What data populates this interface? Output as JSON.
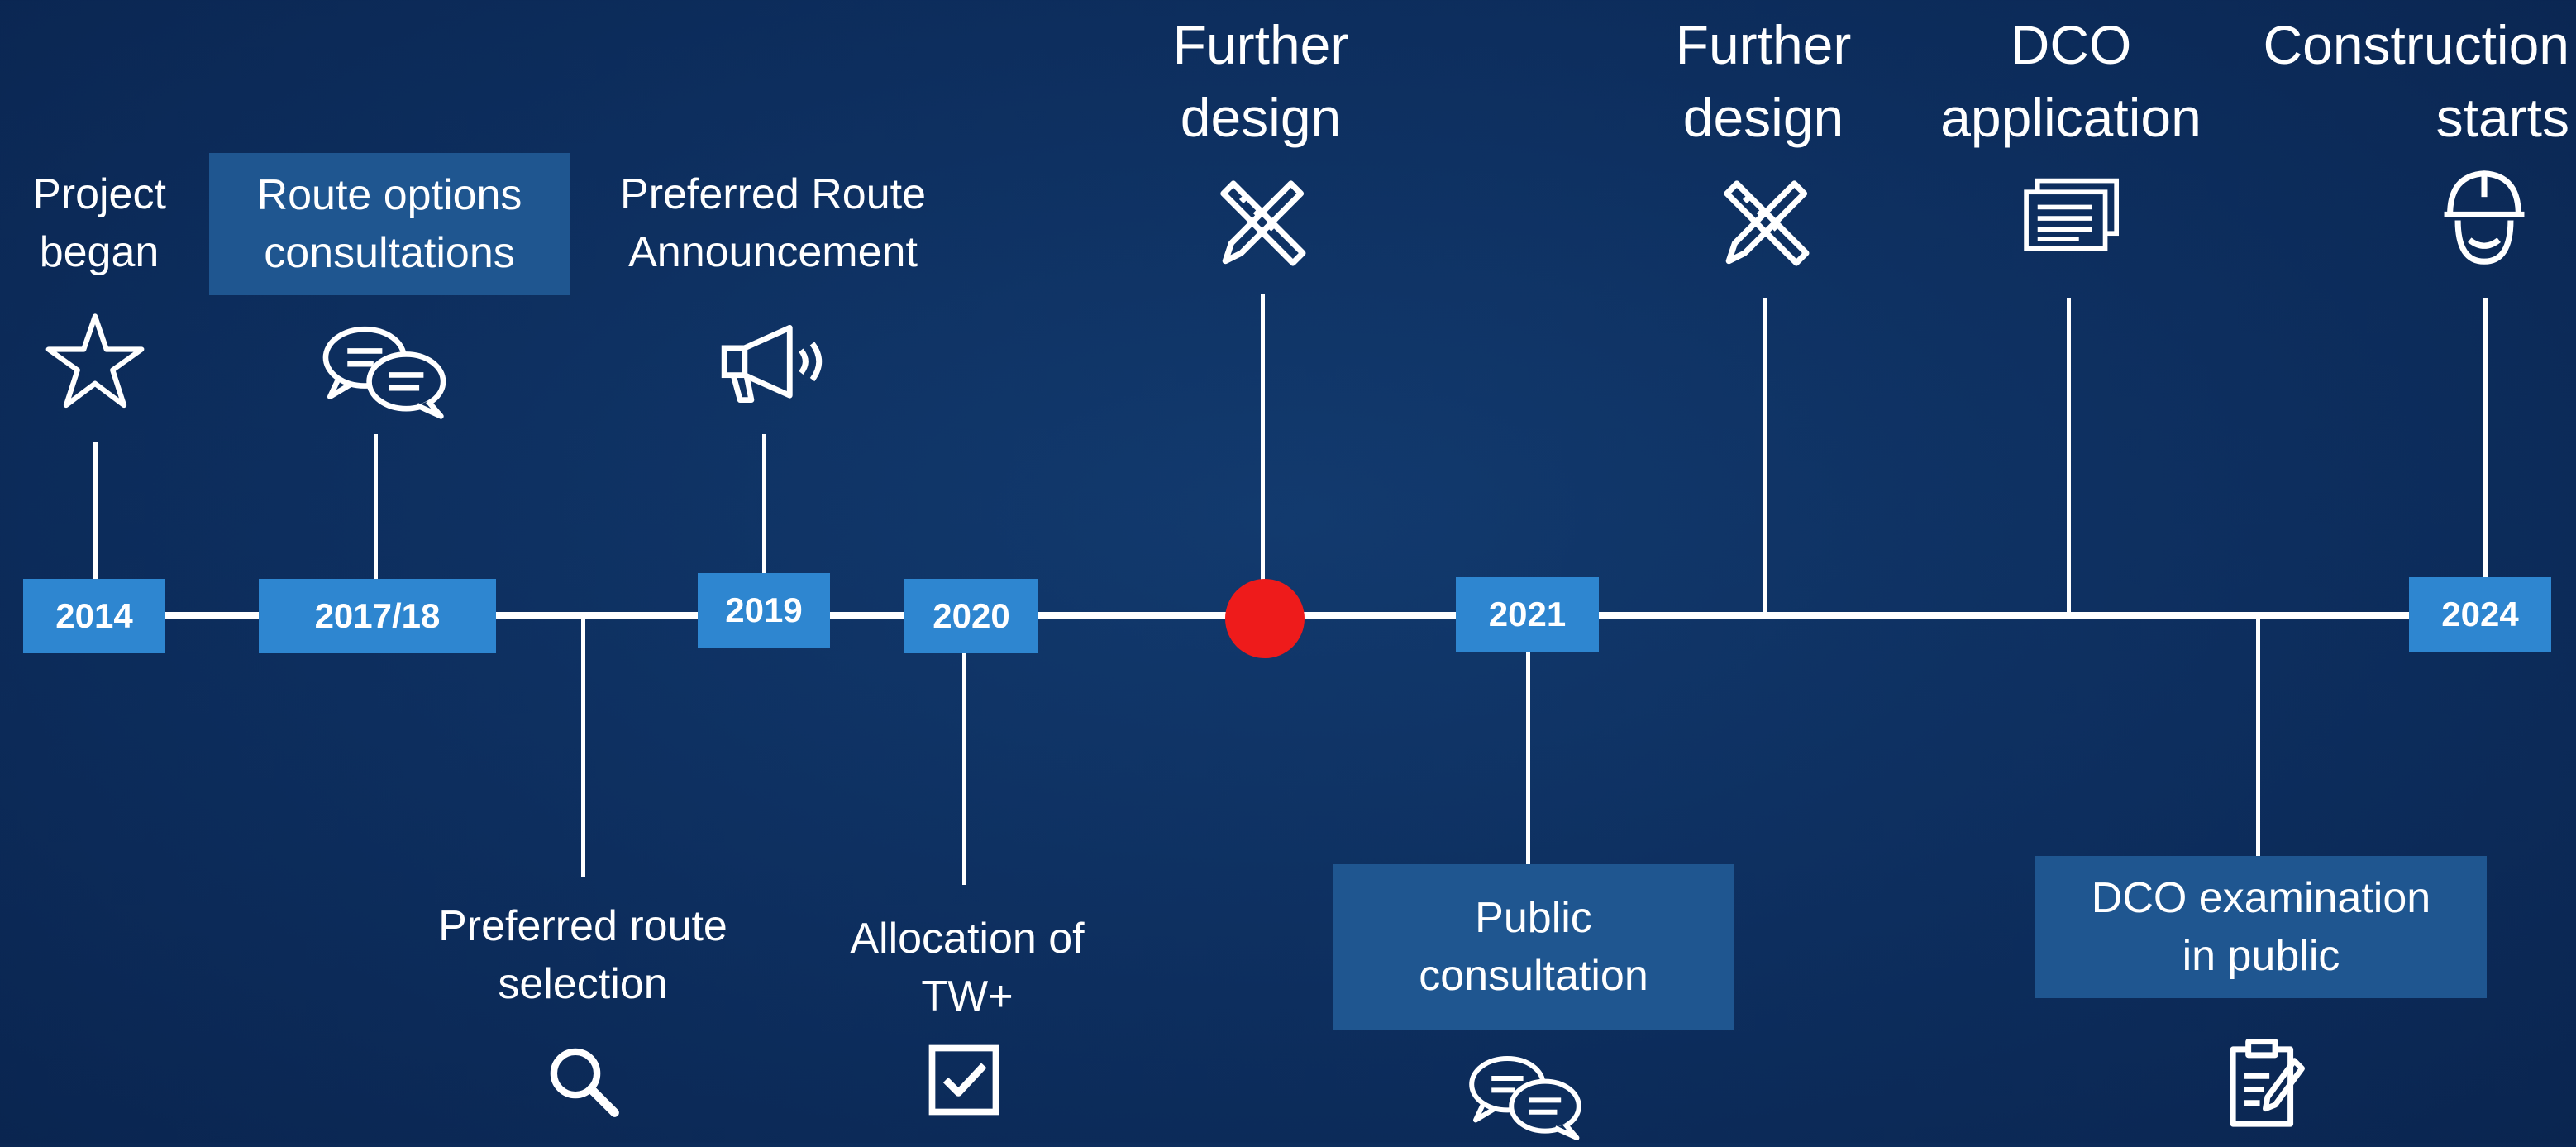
{
  "colors": {
    "background": "#0d2e5e",
    "year_box": "#2e86d0",
    "label_box": "#1f5690",
    "current_marker": "#ee1b1b",
    "line": "#ffffff"
  },
  "years": [
    "2014",
    "2017/18",
    "2019",
    "2020",
    "2021",
    "2024"
  ],
  "milestones": {
    "project_began": {
      "line1": "Project",
      "line2": "began",
      "icon": "star-icon"
    },
    "route_options": {
      "line1": "Route options",
      "line2": "consultations",
      "icon": "chat-bubbles-icon"
    },
    "preferred_route_announcement": {
      "line1": "Preferred Route",
      "line2": "Announcement",
      "icon": "megaphone-icon"
    },
    "further_design_1": {
      "line1": "Further",
      "line2": "design",
      "icon": "pencil-ruler-icon"
    },
    "further_design_2": {
      "line1": "Further",
      "line2": "design",
      "icon": "pencil-ruler-icon"
    },
    "dco_application": {
      "line1": "DCO",
      "line2": "application",
      "icon": "documents-icon"
    },
    "construction_starts": {
      "line1": "Construction",
      "line2": "starts",
      "icon": "hard-hat-worker-icon"
    },
    "preferred_route_selection": {
      "line1": "Preferred route",
      "line2": "selection",
      "icon": "magnifier-icon"
    },
    "allocation_tw": {
      "line1": "Allocation of",
      "line2": "TW+",
      "icon": "checkbox-icon"
    },
    "public_consultation": {
      "line1": "Public",
      "line2": "consultation",
      "icon": "chat-bubbles-icon"
    },
    "dco_examination": {
      "line1": "DCO examination",
      "line2": "in public",
      "icon": "clipboard-icon"
    }
  }
}
